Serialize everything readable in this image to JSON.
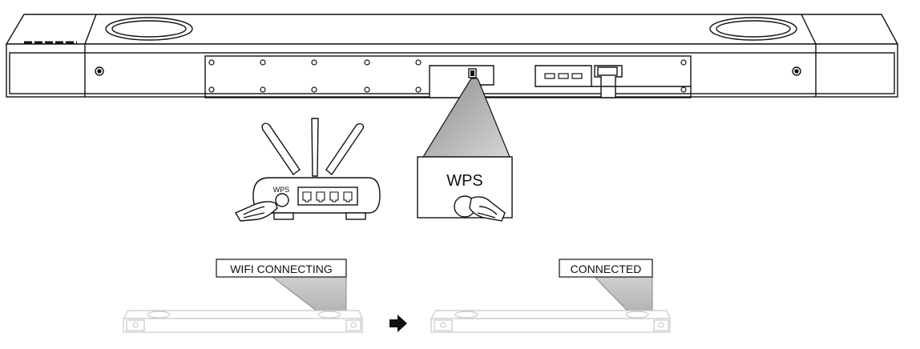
{
  "router": {
    "wps_label": "WPS"
  },
  "zoom_panel": {
    "wps_label": "WPS"
  },
  "status": {
    "connecting_label": "WIFI CONNECTING",
    "connected_label": "CONNECTED"
  },
  "colors": {
    "line": "#111111",
    "gray_cone": "#bdbdbd",
    "faded": "#c8c8c8"
  },
  "icons": [
    "hand-pointer-icon",
    "arrow-right-icon"
  ]
}
